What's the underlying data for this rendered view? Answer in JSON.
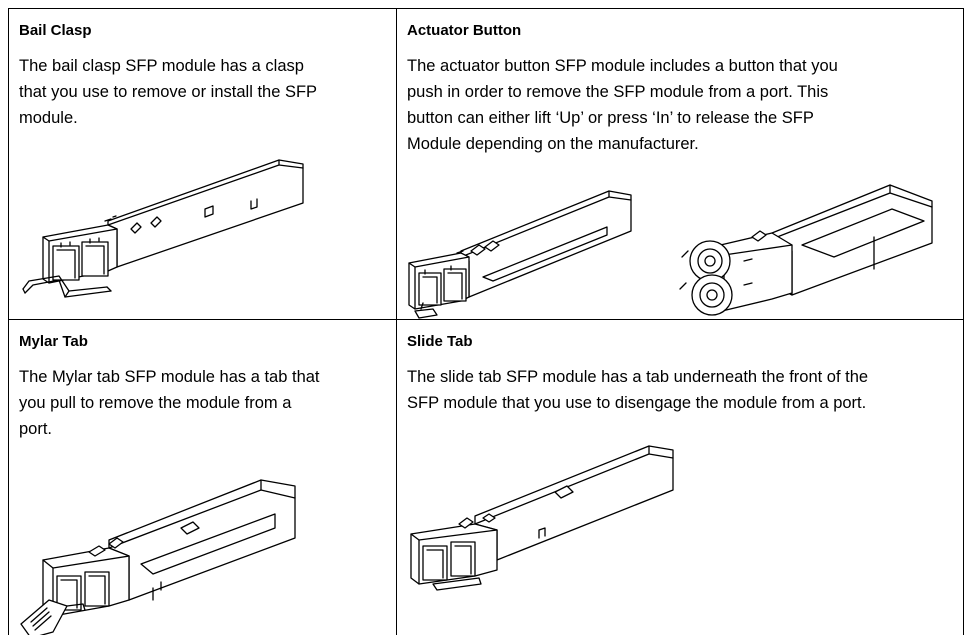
{
  "cells": [
    {
      "title": "Bail Clasp",
      "lines": [
        "The bail clasp SFP module has a clasp",
        "that you use to remove or install the SFP",
        "module."
      ],
      "illustration": "bail-clasp-sfp-module"
    },
    {
      "title": "Actuator Button",
      "lines": [
        "The actuator button SFP module includes a button that you",
        "push in order to remove the SFP module from a port. This",
        "button can either lift ‘Up’ or press ‘In’ to release the SFP",
        "Module depending on the manufacturer."
      ],
      "illustration": "actuator-button-sfp-modules"
    },
    {
      "title": "Mylar Tab",
      "lines": [
        "The Mylar tab SFP module has a tab that",
        "you pull to remove the module from a",
        "port."
      ],
      "illustration": "mylar-tab-sfp-module"
    },
    {
      "title": "Slide Tab",
      "lines": [
        "The slide tab SFP module has a tab underneath the front of the",
        "SFP module that you use to disengage the module from a port."
      ],
      "illustration": "slide-tab-sfp-module"
    }
  ]
}
